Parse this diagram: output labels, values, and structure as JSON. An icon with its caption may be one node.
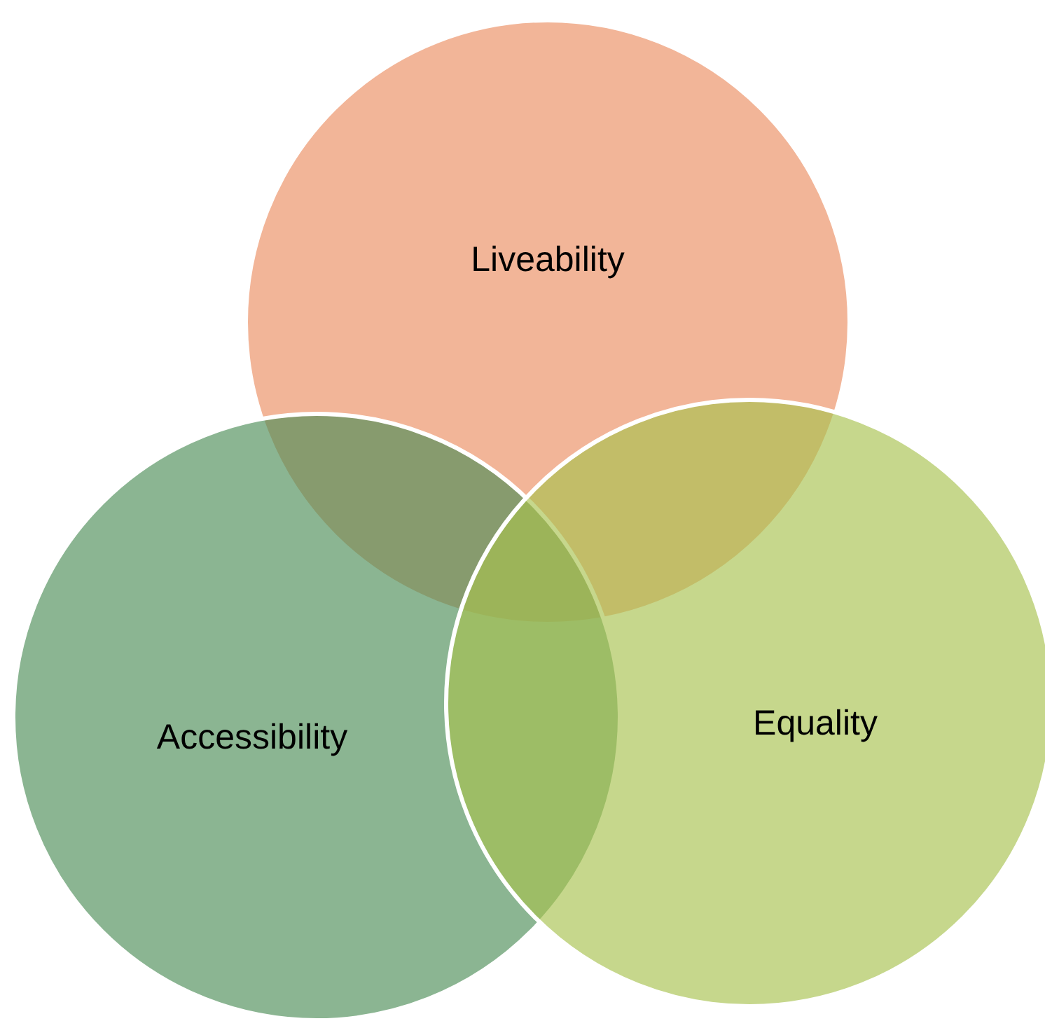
{
  "diagram": {
    "nodes": [
      {
        "text": [
          "Liveability"
        ]
      },
      {
        "text": [
          "Accessibility"
        ]
      },
      {
        "text": [
          "Equality"
        ]
      }
    ]
  }
}
